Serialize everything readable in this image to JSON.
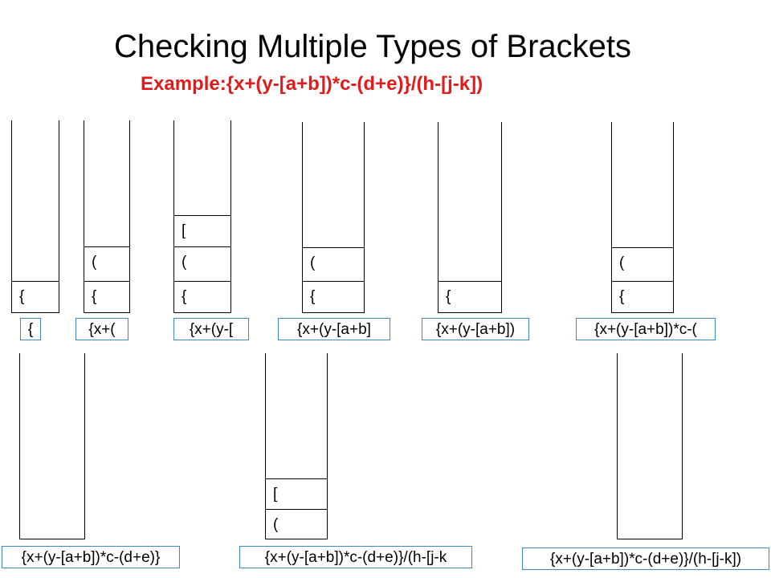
{
  "title": "Checking Multiple Types of Brackets",
  "subtitle": "Example:{x+(y-[a+b])*c-(d+e)}/(h-[j-k])",
  "colors": {
    "subtitle": "#e01b1b",
    "label_border": "#3d88c9",
    "lines": "#000000"
  },
  "steps": [
    {
      "label": "{",
      "stack": [
        "{"
      ]
    },
    {
      "label": "{x+(",
      "stack": [
        "{",
        "("
      ]
    },
    {
      "label": "{x+(y-[",
      "stack": [
        "{",
        "(",
        "["
      ]
    },
    {
      "label": "{x+(y-[a+b]",
      "stack": [
        "{",
        "("
      ]
    },
    {
      "label": "{x+(y-[a+b])",
      "stack": [
        "{"
      ]
    },
    {
      "label": "{x+(y-[a+b])*c-(",
      "stack": [
        "{",
        "("
      ]
    },
    {
      "label": "{x+(y-[a+b])*c-(d+e)}",
      "stack": []
    },
    {
      "label": "{x+(y-[a+b])*c-(d+e)}/(h-[j-k",
      "stack": [
        "(",
        "["
      ]
    },
    {
      "label": "{x+(y-[a+b])*c-(d+e)}/(h-[j-k])",
      "stack": []
    }
  ]
}
